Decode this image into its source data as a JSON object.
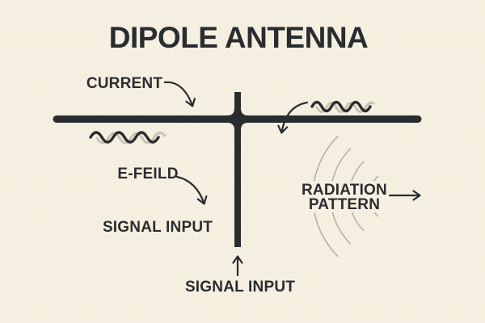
{
  "colors": {
    "background": "#f6f0e2",
    "ink": "#2a2d2f",
    "wave_light": "#c8c3b4",
    "arc": "#b6b1a3",
    "dots": "#e8e1ce"
  },
  "title": "DIPOLE ANTENNA",
  "labels": {
    "current": "CURRENT",
    "e_field": "E-FEILD",
    "signal_input_left": "SIGNAL INPUT",
    "signal_input_bottom": "SIGNAL INPUT",
    "radiation_pattern_line1": "RADIATION",
    "radiation_pattern_line2": "PATTERN"
  }
}
